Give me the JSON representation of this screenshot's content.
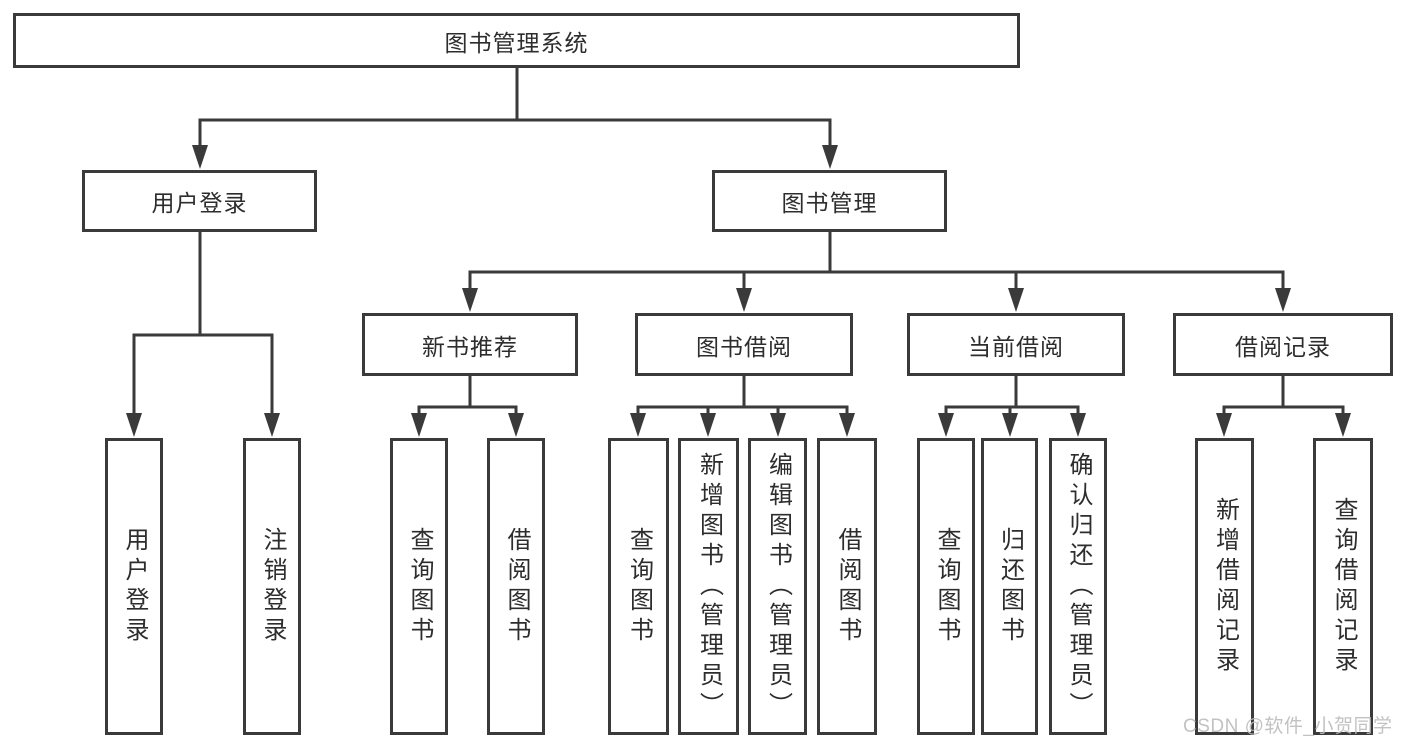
{
  "colors": {
    "line": "#3a3a3a",
    "box_border": "#3a3a3a",
    "text": "#2d2d2d",
    "watermark": "#bcbcbc",
    "background": "#ffffff"
  },
  "watermark": {
    "text": "CSDN @软件_小贺同学"
  },
  "tree": {
    "label": "图书管理系统",
    "children": [
      {
        "label": "用户登录",
        "children": [
          {
            "label": "用户登录"
          },
          {
            "label": "注销登录"
          }
        ]
      },
      {
        "label": "图书管理",
        "children": [
          {
            "label": "新书推荐",
            "children": [
              {
                "label": "查询图书"
              },
              {
                "label": "借阅图书"
              }
            ]
          },
          {
            "label": "图书借阅",
            "children": [
              {
                "label": "查询图书"
              },
              {
                "label": "新增图书（管理员）"
              },
              {
                "label": "编辑图书（管理员）"
              },
              {
                "label": "借阅图书"
              }
            ]
          },
          {
            "label": "当前借阅",
            "children": [
              {
                "label": "查询图书"
              },
              {
                "label": "归还图书"
              },
              {
                "label": "确认归还（管理员）"
              }
            ]
          },
          {
            "label": "借阅记录",
            "children": [
              {
                "label": "新增借阅记录"
              },
              {
                "label": "查询借阅记录"
              }
            ]
          }
        ]
      }
    ]
  }
}
